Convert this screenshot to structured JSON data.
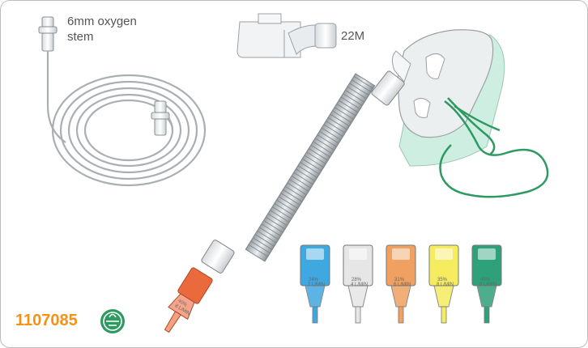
{
  "labels": {
    "stem": [
      "6mm oxygen",
      "stem"
    ],
    "connector": "22M"
  },
  "product_code": "1107085",
  "symbol_icon": "green-sterile-symbol-icon",
  "diluters": [
    {
      "pct": "24%",
      "flow": "2 L/MIN",
      "color": "#3fa8e0"
    },
    {
      "pct": "28%",
      "flow": "4 L/MIN",
      "color": "#e6e6e6"
    },
    {
      "pct": "31%",
      "flow": "6 L/MIN",
      "color": "#f0a060"
    },
    {
      "pct": "35%",
      "flow": "8 L/MIN",
      "color": "#f5ec60"
    },
    {
      "pct": "40%",
      "flow": "8 L/MIN",
      "color": "#2ea07a"
    }
  ],
  "tube_diluter": {
    "pct": "40%",
    "flow": "8 L/MIN"
  },
  "colors": {
    "code": "#f39214",
    "strap": "#2e9a62",
    "mask": "#eceff0",
    "mask_tint": "#cdeee0",
    "tube": "#c8cdd0",
    "orange_connector": "#ea6a3e"
  }
}
